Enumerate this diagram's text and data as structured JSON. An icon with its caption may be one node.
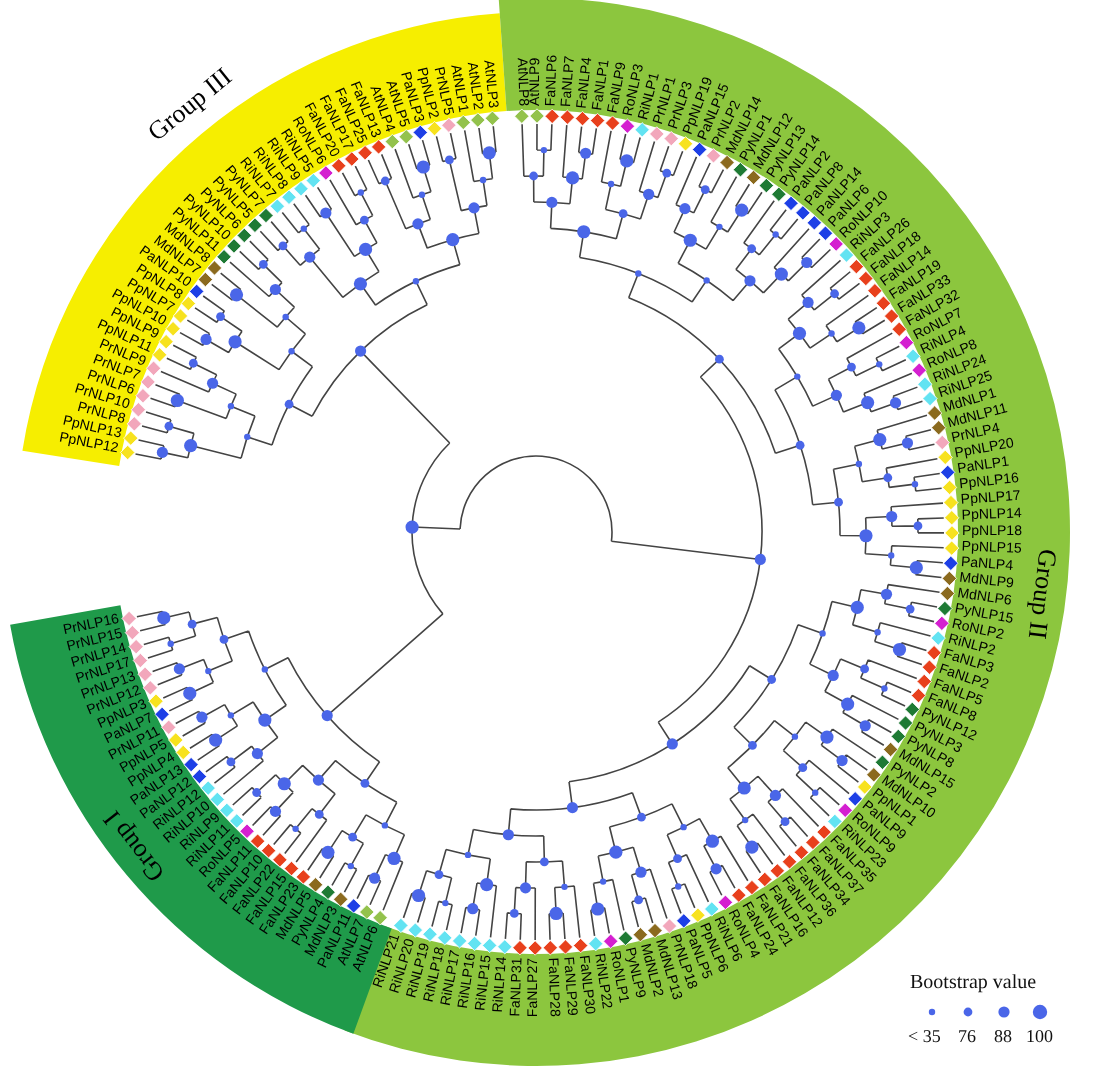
{
  "diagram": {
    "nodes": [
      {
        "text": [
          "Group III"
        ]
      },
      {
        "text": [
          "Group II"
        ]
      },
      {
        "text": [
          "Group I"
        ]
      }
    ],
    "labels": [
      "PpNLP12",
      "PpNLP13",
      "PrNLP8",
      "PrNLP10",
      "PrNLP6",
      "PrNLP7",
      "PrNLP9",
      "PpNLP11",
      "PpNLP9",
      "PpNLP10",
      "PpNLP7",
      "PpNLP8",
      "PaNLP10",
      "MdNLP7",
      "MdNLP8",
      "PyNLP11",
      "PyNLP10",
      "PyNLP6",
      "PyNLP5",
      "PyNLP7",
      "RiNLP7",
      "RiNLP8",
      "RiNLP9",
      "RiNLP5",
      "RoNLP6",
      "FaNLP20",
      "FaNLP17",
      "FaNLP25",
      "FaNLP13",
      "AtNLP4",
      "AtNLP5",
      "PaNLP3",
      "PpNLP2",
      "PrNLP5",
      "AtNLP1",
      "AtNLP2",
      "AtNLP3",
      "AtNLP8",
      "AtNLP9",
      "FaNLP6",
      "FaNLP7",
      "FaNLP4",
      "FaNLP1",
      "FaNLP9",
      "RoNLP3",
      "RiNLP1",
      "PrNLP1",
      "PrNLP3",
      "PpNLP19",
      "PaNLP15",
      "PrNLP2",
      "MdNLP14",
      "PyNLP1",
      "MdNLP12",
      "PyNLP13",
      "PyNLP14",
      "PaNLP2",
      "PaNLP8",
      "PaNLP14",
      "PaNLP6",
      "RoNLP10",
      "RiNLP3",
      "FaNLP26",
      "FaNLP18",
      "FaNLP14",
      "FaNLP19",
      "FaNLP33",
      "FaNLP32",
      "RoNLP7",
      "RiNLP4",
      "RoNLP8",
      "RiNLP24",
      "RiNLP25",
      "MdNLP1",
      "MdNLP11",
      "PrNLP4",
      "PpNLP20",
      "PaNLP1",
      "PpNLP16",
      "PpNLP17",
      "PpNLP14",
      "PpNLP18",
      "PpNLP15",
      "PaNLP4",
      "MdNLP9",
      "MdNLP6",
      "PyNLP15",
      "RoNLP2",
      "RiNLP2",
      "FaNLP3",
      "FaNLP2",
      "FaNLP5",
      "FaNLP8",
      "PyNLP12",
      "PyNLP3",
      "PyNLP8",
      "MdNLP15",
      "PyNLP2",
      "MdNLP10",
      "PpNLP1",
      "PaNLP9",
      "RoNLP9",
      "RiNLP23",
      "FaNLP35",
      "FaNLP37",
      "FaNLP34",
      "PrNLP16",
      "PrNLP15",
      "PrNLP14",
      "PrNLP17",
      "PrNLP13",
      "PrNLP12",
      "PpNLP3",
      "PaNLP7",
      "PrNLP11",
      "PpNLP5",
      "PpNLP4",
      "PaNLP13",
      "PaNLP12",
      "RiNLP12",
      "RiNLP10",
      "RiNLP9",
      "RiNLP11",
      "RoNLP5",
      "FaNLP11",
      "FaNLP10",
      "FaNLP22",
      "FaNLP15",
      "FaNLP23",
      "MdNLP5",
      "PyNLP4",
      "MdNLP3",
      "PaNLP11",
      "AtNLP7",
      "AtNLP6",
      "RiNLP21",
      "RiNLP20",
      "RiNLP19",
      "RiNLP18",
      "RiNLP17",
      "RiNLP16",
      "RiNLP15",
      "RiNLP14",
      "FaNLP31",
      "FaNLP27",
      "FaNLP28",
      "FaNLP29",
      "FaNLP30",
      "RiNLP22",
      "RoNLP1",
      "PyNLP9",
      "MdNLP2",
      "MdNLP13",
      "PrNLP18",
      "PaNLP5",
      "PpNLP6",
      "RiNLP6",
      "RoNLP4",
      "FaNLP24",
      "FaNLP21",
      "FaNLP16",
      "FaNLP12",
      "FaNLP36",
      "Bootstrap value"
    ],
    "legend": [
      {
        "text": "< 35"
      },
      {
        "text": "76"
      },
      {
        "text": "88"
      },
      {
        "text": "100"
      }
    ]
  }
}
